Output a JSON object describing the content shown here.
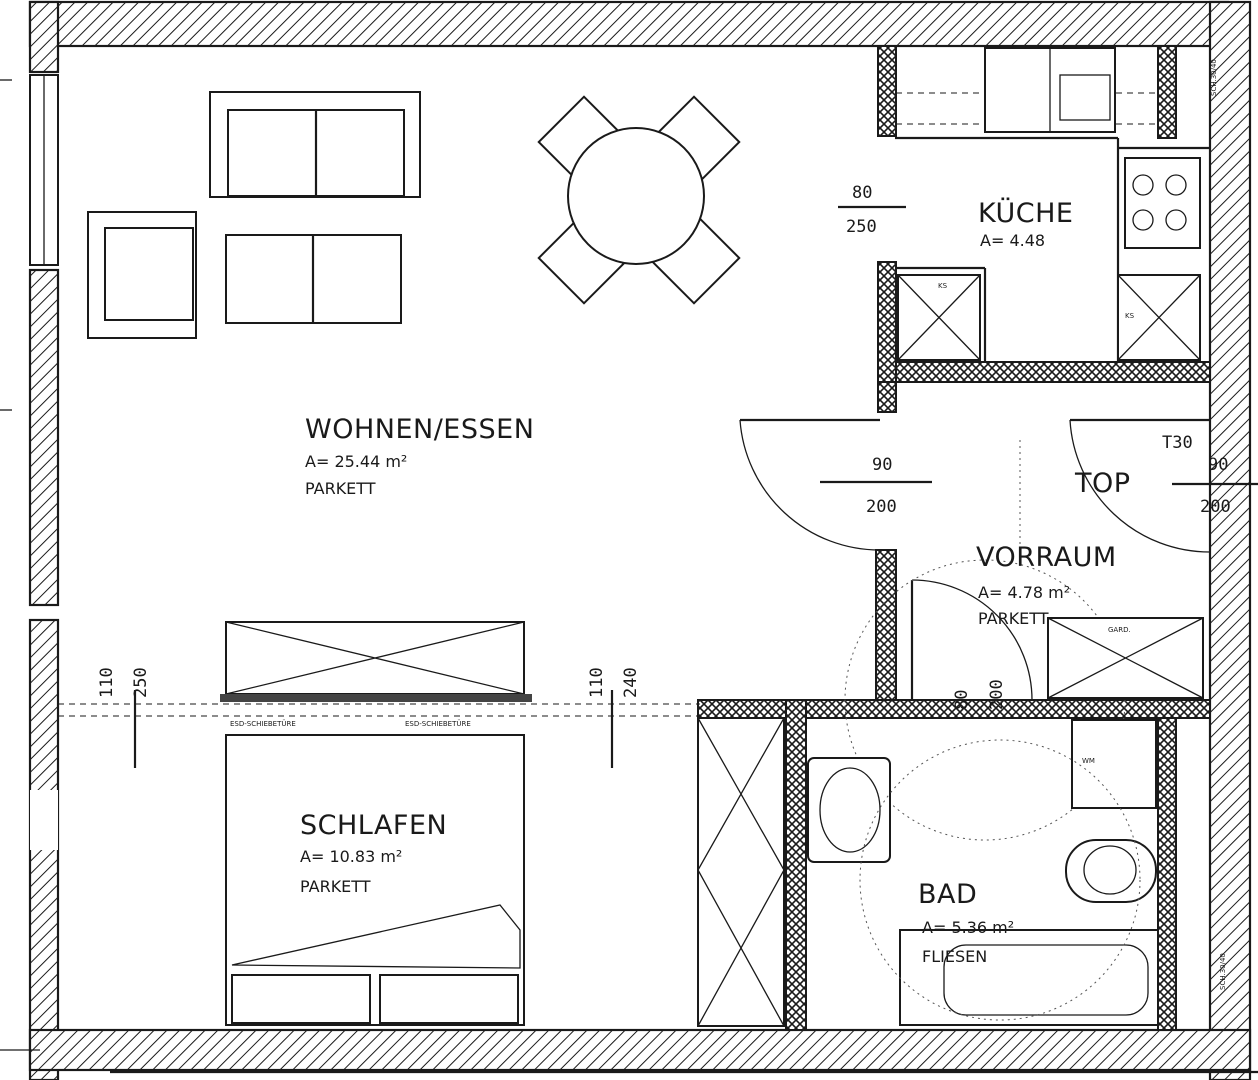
{
  "rooms": {
    "living": {
      "name": "WOHNEN/ESSEN",
      "area": "A= 25.44 m²",
      "floor": "PARKETT"
    },
    "kitchen": {
      "name": "KÜCHE",
      "area": "A= 4.48"
    },
    "hall": {
      "name": "VORRAUM",
      "area": "A= 4.78 m²",
      "floor": "PARKETT"
    },
    "bedroom": {
      "name": "SCHLAFEN",
      "area": "A= 10.83 m²",
      "floor": "PARKETT"
    },
    "bath": {
      "name": "BAD",
      "area": "A= 5.36 m²",
      "floor": "FLIESEN"
    }
  },
  "labels": {
    "top": "TOP",
    "fire_rating": "T30",
    "kitchen_door_w": "80",
    "kitchen_door_h": "250",
    "living_door_w": "90",
    "living_door_h": "200",
    "entry_door_w": "90",
    "entry_door_h": "200",
    "bed_left_w": "110",
    "bed_left_h": "250",
    "bed_right_w": "110",
    "bed_right_h": "240",
    "bath_door_w": "80",
    "bath_door_h": "200",
    "wardrobe_tag_1": "ESD-SCHIEBETÜRE",
    "wardrobe_tag_2": "ESD-SCHIEBETÜRE",
    "garderobe_tag": "GARD.",
    "kitchen_unit_tag": "KS",
    "fridge_tag": "KS",
    "washer_tag": "WM",
    "shaft_tag_top": "SCH.30/40",
    "shaft_tag_bottom": "SCH.30/40"
  }
}
